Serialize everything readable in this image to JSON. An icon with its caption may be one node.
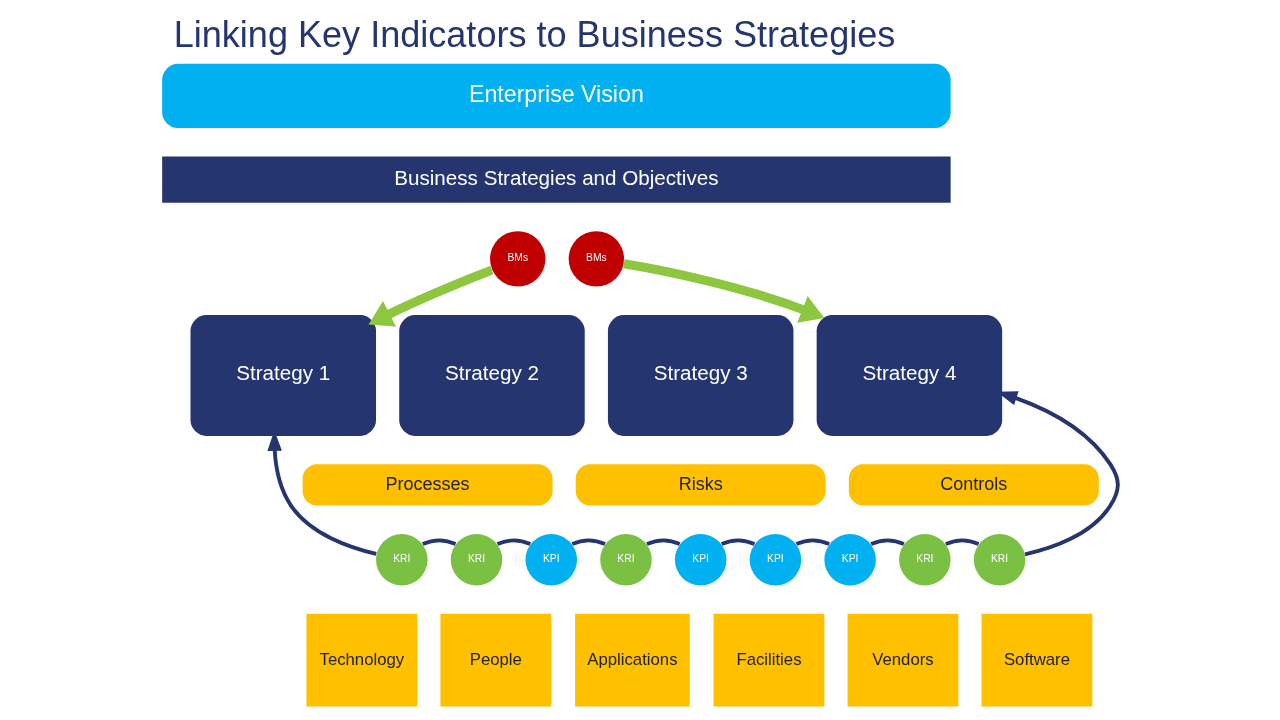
{
  "diagram": {
    "title": "Linking Key Indicators to Business Strategies",
    "nodes": [
      {
        "text": [
          "Enterprise Vision"
        ]
      },
      {
        "text": [
          "Business Strategies and Objectives"
        ]
      },
      {
        "text": [
          "BMs"
        ]
      },
      {
        "text": [
          "BMs"
        ]
      },
      {
        "text": [
          "Strategy 1"
        ]
      },
      {
        "text": [
          "Strategy 2"
        ]
      },
      {
        "text": [
          "Strategy 3"
        ]
      },
      {
        "text": [
          "Strategy 4"
        ]
      },
      {
        "text": [
          "Processes"
        ]
      },
      {
        "text": [
          "Risks"
        ]
      },
      {
        "text": [
          "Controls"
        ]
      },
      {
        "text": [
          "Technology"
        ]
      },
      {
        "text": [
          "People"
        ]
      },
      {
        "text": [
          "Applications"
        ]
      },
      {
        "text": [
          "Facilities"
        ]
      },
      {
        "text": [
          "Vendors"
        ]
      },
      {
        "text": [
          "Software"
        ]
      },
      {
        "text": [
          "KRI"
        ]
      },
      {
        "text": [
          "KRI"
        ]
      },
      {
        "text": [
          "KPI"
        ]
      },
      {
        "text": [
          "KRI"
        ]
      },
      {
        "text": [
          "KPI"
        ]
      },
      {
        "text": [
          "KPI"
        ]
      },
      {
        "text": [
          "KPI"
        ]
      },
      {
        "text": [
          "KRI"
        ]
      },
      {
        "text": [
          "KRI"
        ]
      }
    ],
    "edges": [
      {
        "from": 2,
        "to": 4,
        "arrow": "to",
        "style": "thick",
        "color": "#8dc63f"
      },
      {
        "from": 3,
        "to": 7,
        "arrow": "to",
        "style": "thick",
        "color": "#8dc63f"
      },
      {
        "from": 17,
        "to": 4,
        "arrow": "to"
      },
      {
        "from": 17,
        "to": 18,
        "arrow": "none"
      },
      {
        "from": 18,
        "to": 19,
        "arrow": "none"
      },
      {
        "from": 19,
        "to": 20,
        "arrow": "none"
      },
      {
        "from": 20,
        "to": 21,
        "arrow": "none"
      },
      {
        "from": 21,
        "to": 22,
        "arrow": "none"
      },
      {
        "from": 22,
        "to": 23,
        "arrow": "none"
      },
      {
        "from": 23,
        "to": 24,
        "arrow": "none"
      },
      {
        "from": 24,
        "to": 25,
        "arrow": "none"
      },
      {
        "from": 25,
        "to": 7,
        "arrow": "to"
      }
    ]
  }
}
